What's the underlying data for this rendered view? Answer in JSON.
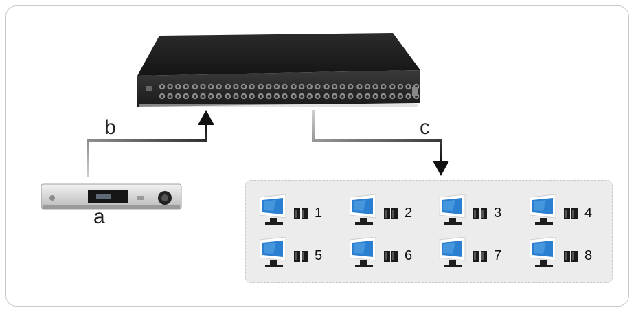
{
  "labels": {
    "source": "a",
    "input": "b",
    "output": "c"
  },
  "stations": [
    {
      "number": "1"
    },
    {
      "number": "2"
    },
    {
      "number": "3"
    },
    {
      "number": "4"
    },
    {
      "number": "5"
    },
    {
      "number": "6"
    },
    {
      "number": "7"
    },
    {
      "number": "8"
    }
  ],
  "colors": {
    "device": "#1d1d1d",
    "monitor": "#2a7fd0",
    "arrow": "#111111"
  },
  "icons": {
    "monitor": "monitor-icon",
    "speaker": "speaker-icon"
  }
}
